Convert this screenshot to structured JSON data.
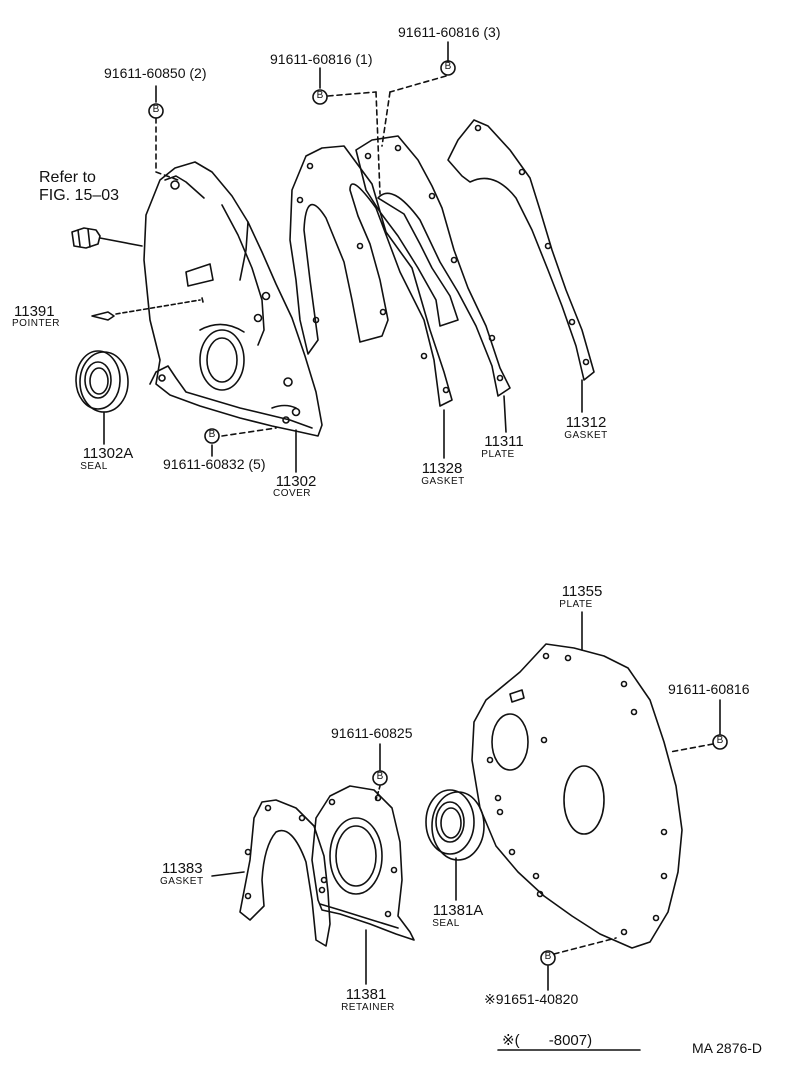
{
  "figure_code": "MA 2876-D",
  "footnote": "※(       -8007)",
  "refer": {
    "line1": "Refer to",
    "line2": "FIG. 15–03"
  },
  "bolt_marker": "B",
  "parts": {
    "p11391": {
      "number": "11391",
      "name": "POINTER"
    },
    "p11302A": {
      "number": "11302A",
      "name": "SEAL"
    },
    "p11302": {
      "number": "11302",
      "name": "COVER"
    },
    "p11328": {
      "number": "11328",
      "name": "GASKET"
    },
    "p11311": {
      "number": "11311",
      "name": "PLATE"
    },
    "p11312": {
      "number": "11312",
      "name": "GASKET"
    },
    "p11355": {
      "number": "11355",
      "name": "PLATE"
    },
    "p11383": {
      "number": "11383",
      "name": "GASKET"
    },
    "p11381": {
      "number": "11381",
      "name": "RETAINER"
    },
    "p11381A": {
      "number": "11381A",
      "name": "SEAL"
    }
  },
  "bolts": {
    "b1": "91611-60850 (2)",
    "b2": "91611-60816 (1)",
    "b3": "91611-60816 (3)",
    "b4": "91611-60832 (5)",
    "b5": "91611-60816",
    "b6": "91611-60825",
    "b7": "※91651-40820"
  }
}
